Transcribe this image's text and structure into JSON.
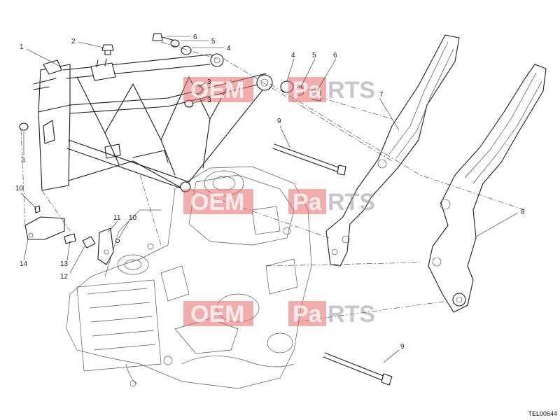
{
  "callouts": {
    "c1": "1",
    "c2": "2",
    "c3a": "3",
    "c3b": "3",
    "c3c": "3",
    "c4a": "4",
    "c4b": "4",
    "c5a": "5",
    "c5b": "5",
    "c6a": "6",
    "c6b": "6",
    "c7": "7",
    "c8": "8",
    "c9a": "9",
    "c9b": "9",
    "c10a": "10",
    "c10b": "10",
    "c11": "11",
    "c12": "12",
    "c13": "13",
    "c14": "14"
  },
  "watermark": {
    "text_oem": "OEM",
    "text_pa": "Pa",
    "text_rts": "RTS"
  },
  "drawing_code": "TEL00644",
  "colors": {
    "watermark_red": "#e26a6a",
    "watermark_gray": "#9a9a9a",
    "line": "#1a1a1a"
  }
}
